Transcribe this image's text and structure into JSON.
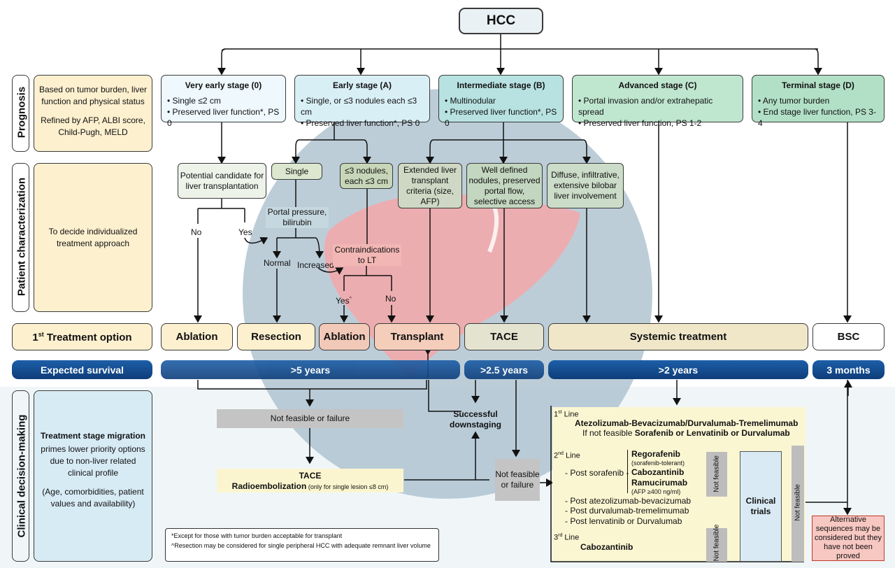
{
  "hcc": "HCC",
  "rows": {
    "prognosis": "Prognosis",
    "patient": "Patient characterization",
    "clinical": "Clinical decision-making"
  },
  "left": {
    "prognosis_1": "Based on tumor burden, liver function and physical status",
    "prognosis_2": "Refined by AFP, ALBI score, Child-Pugh, MELD",
    "patient": "To decide individualized treatment approach",
    "treatment_pre": "1",
    "treatment_sup": "st",
    "treatment_post": " Treatment option",
    "survival": "Expected survival",
    "clinical_title": "Treatment stage migration",
    "clinical_body": "primes lower priority options due to non-liver related clinical profile",
    "clinical_paren": "(Age, comorbidities, patient values and availability)"
  },
  "stages": {
    "very_early": {
      "title": "Very early stage (0)",
      "b1": "• Single ≤2 cm",
      "b2": "• Preserved liver function*, PS 0"
    },
    "early": {
      "title": "Early stage (A)",
      "b1": "• Single, or ≤3 nodules each ≤3 cm",
      "b2": "• Preserved liver function*, PS 0"
    },
    "intermediate": {
      "title": "Intermediate stage (B)",
      "b1": "• Multinodular",
      "b2": "• Preserved liver function*, PS 0"
    },
    "advanced": {
      "title": "Advanced stage (C)",
      "b1": "• Portal invasion and/or extrahepatic spread",
      "b2": "• Preserved liver function, PS 1-2"
    },
    "terminal": {
      "title": "Terminal stage (D)",
      "b1": "• Any tumor burden",
      "b2": "• End stage liver function, PS 3-4"
    }
  },
  "char": {
    "potential": "Potential candidate for liver transplantation",
    "single": "Single",
    "nodules": "≤3 nodules, each ≤3 cm",
    "extended": "Extended liver transplant criteria (size, AFP)",
    "welldefined": "Well defined nodules, preserved portal flow, selective access",
    "diffuse": "Diffuse, infiltrative, extensive bilobar liver involvement",
    "no1": "No",
    "yes1": "Yes",
    "portal": "Portal pressure, bilirubin",
    "normal": "Normal",
    "increased": "Increased",
    "caret": "^",
    "contra": "Contraindications to LT",
    "yes2": "Yes",
    "no2": "No"
  },
  "treatments": {
    "ablation1": "Ablation",
    "resection": "Resection",
    "ablation2": "Ablation",
    "transplant": "Transplant",
    "tace": "TACE",
    "systemic": "Systemic treatment",
    "bsc": "BSC"
  },
  "survival": {
    "s1": ">5 years",
    "s2": ">2.5 years",
    "s3": ">2 years",
    "s4": "3 months"
  },
  "clinical": {
    "notfeasible": "Not  feasible or failure",
    "successful": "Successful downstaging",
    "tace2_title": "TACE",
    "tace2_bold": "Radioembolization",
    "tace2_small": " (only  for single lesion ≤8 cm)",
    "nf_fail": "Not feasible or failure",
    "line1_label": "Line",
    "line1_num": "1",
    "line1_sup": "st",
    "line1_main": "Atezolizumab-Bevacizumab/Durvalumab-Tremelimumab",
    "line1_sub_pre": "If not feasible ",
    "line1_sub_bold": "Sorafenib or Lenvatinib or Durvalumab",
    "line2_num": "2",
    "line2_sup": "nd",
    "line2_label": "Line",
    "post_sorafenib": "- Post sorafenib -",
    "rego": "Regorafenib",
    "rego_sub": "(sorafenib-tolerant)",
    "cabo": "Cabozantinib",
    "ramu": "Ramucirumab",
    "ramu_sub": "(AFP ≥400 ng/ml)",
    "post_atezo": "- Post atezolizumab-bevacizumab",
    "post_durva": "- Post durvalumab-tremelimumab",
    "post_lenva": "- Post lenvatinib or Durvalumab",
    "line3_num": "3",
    "line3_sup": "rd",
    "line3_label": "Line",
    "cabo3": "Cabozantinib",
    "notfeasible_a": "Not feasible",
    "notfeasible_b": "Not feasible",
    "notfeasible_c": "Not feasible",
    "clinical_trials": "Clinical trials",
    "alternative": "Alternative sequences may be considered but they have not been proved"
  },
  "footnotes": {
    "f1": "*Except for  those with tumor burden acceptable for transplant",
    "f2": "^Resection may be considered for single peripheral HCC with adequate remnant liver volume"
  },
  "colors": {
    "hcc_box": "#eaf1f4",
    "very_early": "#eef8fd",
    "early": "#d9eff6",
    "intermediate": "#b7e2e1",
    "advanced": "#bfe6cf",
    "terminal": "#b2e0c6",
    "treatment": "#fdf0cf",
    "survival": "#1d5fa8",
    "circle": "#a9bfcd",
    "liver": "#f4a7a9",
    "alternative": "#f7c7c1"
  }
}
